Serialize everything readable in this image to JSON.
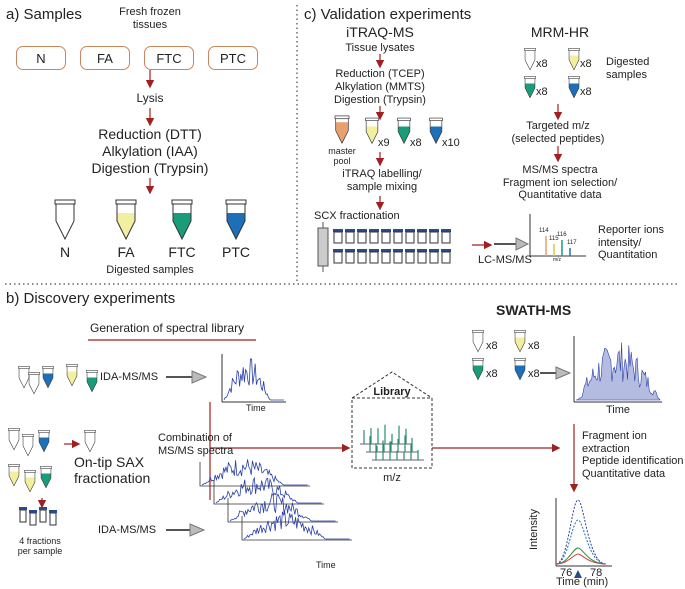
{
  "colors": {
    "arrow": "#a02020",
    "box_border": "#c8875a",
    "fa_fill": "#f2f0a0",
    "ftc_fill": "#1a9c7a",
    "ptc_fill": "#1d70b8",
    "master_fill": "#e8a070",
    "spectrum": "#2a3fa8",
    "library_bars": "#2a8c6a",
    "vial_cap": "#2a4a8a"
  },
  "samples": {
    "heading": "a) Samples",
    "source": "Fresh frozen\ntissues",
    "boxes": [
      "N",
      "FA",
      "FTC",
      "PTC"
    ],
    "lysis": "Lysis",
    "steps": [
      "Reduction (DTT)",
      "Alkylation (IAA)",
      "Digestion (Trypsin)"
    ],
    "tube_labels": [
      "N",
      "FA",
      "FTC",
      "PTC"
    ],
    "digested": "Digested samples"
  },
  "validation": {
    "heading": "c) Validation experiments",
    "itraq": {
      "title": "iTRAQ-MS",
      "lysates": "Tissue lysates",
      "steps": [
        "Reduction (TCEP)",
        "Alkylation (MMTS)",
        "Digestion (Trypsin)"
      ],
      "master": "master\npool",
      "counts": [
        "x9",
        "x8",
        "x10"
      ],
      "labelling": "iTRAQ labelling/\nsample mixing",
      "scx": "SCX fractionation",
      "lcms": "LC-MS/MS",
      "reporter_mz": [
        "114",
        "115",
        "116",
        "117"
      ],
      "mz_axis": "m/z",
      "reporter_text": "Reporter ions\nintensity/\nQuantitation"
    },
    "mrm": {
      "title": "MRM-HR",
      "counts": [
        "x8",
        "x8",
        "x8",
        "x8"
      ],
      "digested": "Digested\nsamples",
      "targeted": "Targeted m/z\n(selected peptides)",
      "result": "MS/MS spectra\nFragment ion selection/\nQuantitative data"
    }
  },
  "discovery": {
    "heading": "b) Discovery experiments",
    "library_title": "Generation of spectral library",
    "ida1": "IDA-MS/MS",
    "ida2": "IDA-MS/MS",
    "time_label": "Time",
    "on_tip": "On-tip SAX\nfractionation",
    "fractions": "4 fractions\nper sample",
    "combination": "Combination of\nMS/MS spectra",
    "library": "Library",
    "mz": "m/z",
    "swath": {
      "title": "SWATH-MS",
      "counts": [
        "x8",
        "x8",
        "x8",
        "x8"
      ],
      "time": "Time",
      "fragment": "Fragment ion\nextraction\nPeptide identification\nQuantitative data",
      "intensity": "Intensity",
      "x_ticks": [
        "76",
        "78"
      ],
      "x_label": "Time (min)"
    }
  }
}
